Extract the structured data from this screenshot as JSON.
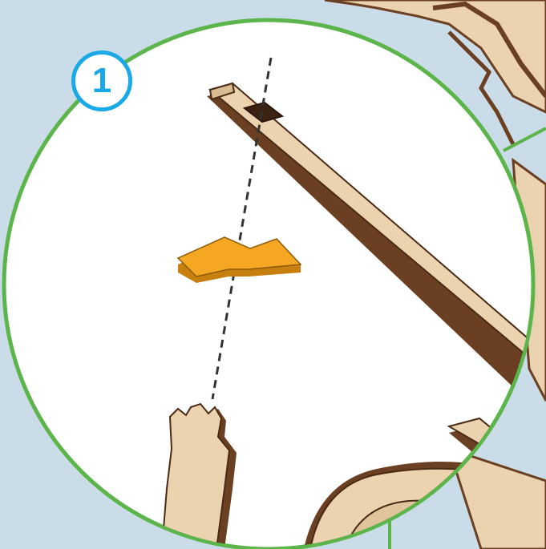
{
  "step": {
    "number": "1"
  },
  "colors": {
    "background": "#c9dce8",
    "detail_circle_border": "#5bb54a",
    "detail_circle_fill": "#ffffff",
    "badge": "#1aa9e6",
    "wood_face": "#ecd3b0",
    "wood_edge": "#6b3f22",
    "highlighted_part": "#f5a623"
  },
  "parts": [
    {
      "name": "wooden-beam",
      "highlighted": false
    },
    {
      "name": "connector-piece",
      "highlighted": true
    },
    {
      "name": "lower-tab-part",
      "highlighted": false
    }
  ],
  "guide": {
    "style": "dashed",
    "from": "beam-slot",
    "to": "lower-tab"
  }
}
